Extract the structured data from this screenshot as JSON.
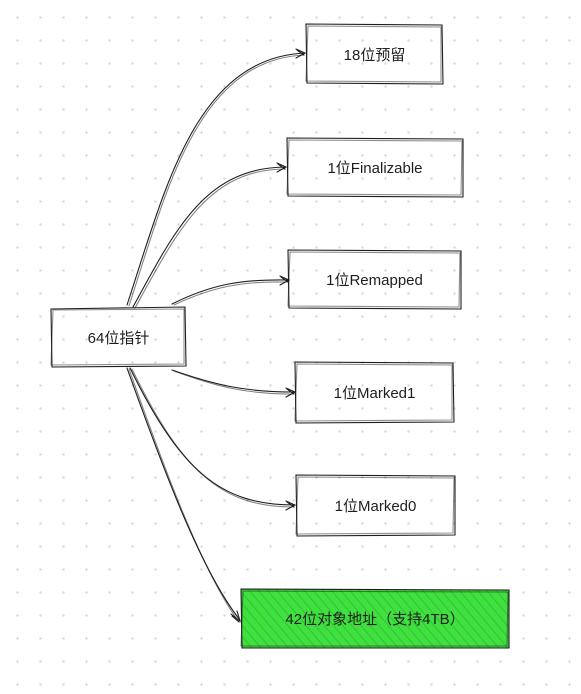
{
  "diagram": {
    "root": {
      "label": "64位指针"
    },
    "children": [
      {
        "label": "18位预留"
      },
      {
        "label": "1位Finalizable"
      },
      {
        "label": "1位Remapped"
      },
      {
        "label": "1位Marked1"
      },
      {
        "label": "1位Marked0"
      },
      {
        "label": "42位对象地址（支持4TB）",
        "fill": "#40e040",
        "hatch": "#2bbf2b"
      }
    ],
    "colors": {
      "stroke": "#1e1e1e",
      "text": "#1e1e1e",
      "background": "#ffffff"
    }
  }
}
